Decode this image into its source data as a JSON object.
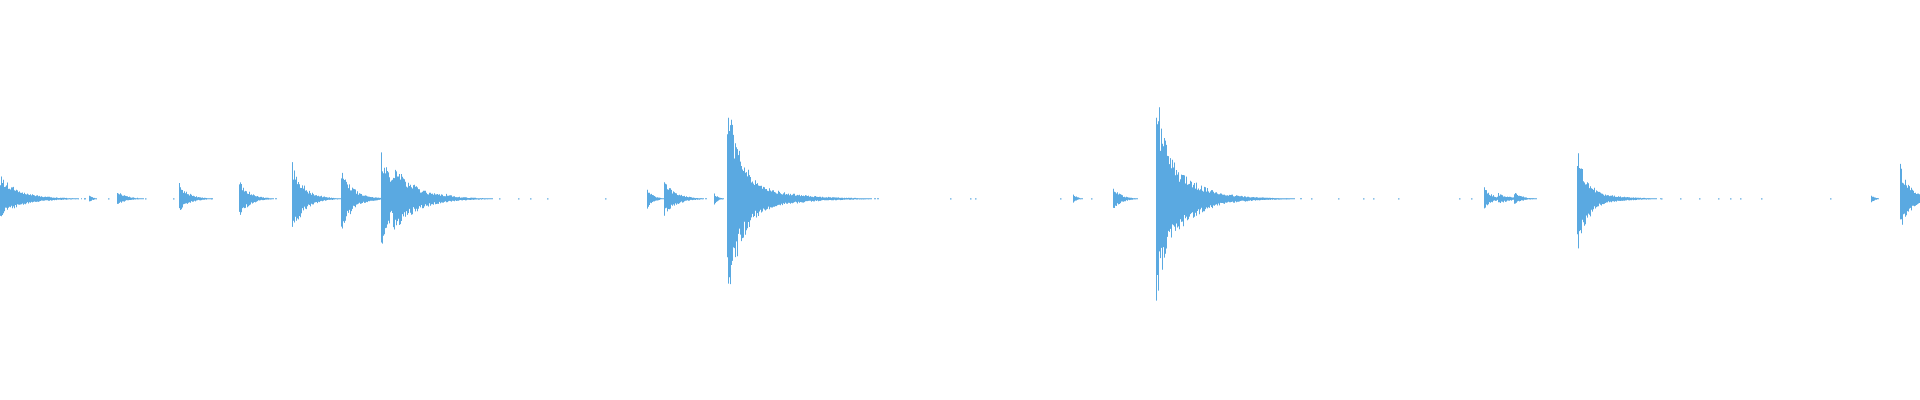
{
  "waveform": {
    "color": "#5aa9e1",
    "background": "#ffffff",
    "baseline_fraction": 0.497,
    "x_range": [
      0,
      1
    ],
    "amplitude_range": [
      -1,
      1
    ],
    "events": [
      {
        "t": 0.0,
        "up": 0.12,
        "down": 0.1,
        "decay": 0.01
      },
      {
        "t": 0.006,
        "up": 0.05,
        "down": 0.05,
        "decay": 0.012
      },
      {
        "t": 0.0465,
        "up": 0.02,
        "down": 0.02,
        "decay": 0.002
      },
      {
        "t": 0.061,
        "up": 0.04,
        "down": 0.03,
        "decay": 0.005
      },
      {
        "t": 0.093,
        "up": 0.08,
        "down": 0.07,
        "decay": 0.005
      },
      {
        "t": 0.1245,
        "up": 0.1,
        "down": 0.1,
        "decay": 0.005
      },
      {
        "t": 0.152,
        "up": 0.19,
        "down": 0.19,
        "decay": 0.006
      },
      {
        "t": 0.1775,
        "up": 0.16,
        "down": 0.17,
        "decay": 0.006
      },
      {
        "t": 0.1985,
        "up": 0.26,
        "down": 0.26,
        "decay": 0.006
      },
      {
        "t": 0.2045,
        "up": 0.18,
        "down": 0.18,
        "decay": 0.012
      },
      {
        "t": 0.2325,
        "up": 0.03,
        "down": 0.02,
        "decay": 0.005
      },
      {
        "t": 0.337,
        "up": 0.05,
        "down": 0.05,
        "decay": 0.003
      },
      {
        "t": 0.346,
        "up": 0.09,
        "down": 0.09,
        "decay": 0.006
      },
      {
        "t": 0.372,
        "up": 0.03,
        "down": 0.03,
        "decay": 0.002
      },
      {
        "t": 0.3785,
        "up": 0.5,
        "down": 0.52,
        "decay": 0.009
      },
      {
        "t": 0.3815,
        "up": 0.3,
        "down": 0.28,
        "decay": 0.01
      },
      {
        "t": 0.386,
        "up": 0.12,
        "down": 0.12,
        "decay": 0.018
      },
      {
        "t": 0.411,
        "up": 0.02,
        "down": 0.02,
        "decay": 0.003
      },
      {
        "t": 0.559,
        "up": 0.03,
        "down": 0.02,
        "decay": 0.002
      },
      {
        "t": 0.5795,
        "up": 0.06,
        "down": 0.06,
        "decay": 0.004
      },
      {
        "t": 0.602,
        "up": 0.58,
        "down": 0.58,
        "decay": 0.007
      },
      {
        "t": 0.6045,
        "up": 0.3,
        "down": 0.32,
        "decay": 0.014
      },
      {
        "t": 0.6085,
        "up": 0.07,
        "down": 0.07,
        "decay": 0.02
      },
      {
        "t": 0.773,
        "up": 0.06,
        "down": 0.05,
        "decay": 0.004
      },
      {
        "t": 0.78,
        "up": 0.03,
        "down": 0.03,
        "decay": 0.006
      },
      {
        "t": 0.7885,
        "up": 0.04,
        "down": 0.03,
        "decay": 0.004
      },
      {
        "t": 0.8215,
        "up": 0.25,
        "down": 0.28,
        "decay": 0.006
      },
      {
        "t": 0.825,
        "up": 0.06,
        "down": 0.06,
        "decay": 0.012
      },
      {
        "t": 0.9745,
        "up": 0.02,
        "down": 0.02,
        "decay": 0.002
      },
      {
        "t": 0.9895,
        "up": 0.18,
        "down": 0.17,
        "decay": 0.005
      },
      {
        "t": 0.994,
        "up": 0.08,
        "down": 0.08,
        "decay": 0.005
      }
    ],
    "noise_dots": [
      0.044,
      0.048,
      0.056,
      0.0755,
      0.09,
      0.11,
      0.138,
      0.26,
      0.27,
      0.276,
      0.285,
      0.315,
      0.415,
      0.42,
      0.427,
      0.433,
      0.44,
      0.446,
      0.495,
      0.505,
      0.508,
      0.552,
      0.568,
      0.588,
      0.631,
      0.64,
      0.645,
      0.66,
      0.67,
      0.683,
      0.697,
      0.71,
      0.715,
      0.728,
      0.76,
      0.766,
      0.84,
      0.855,
      0.865,
      0.875,
      0.885,
      0.895,
      0.901,
      0.906,
      0.917,
      0.953,
      0.975
    ]
  }
}
